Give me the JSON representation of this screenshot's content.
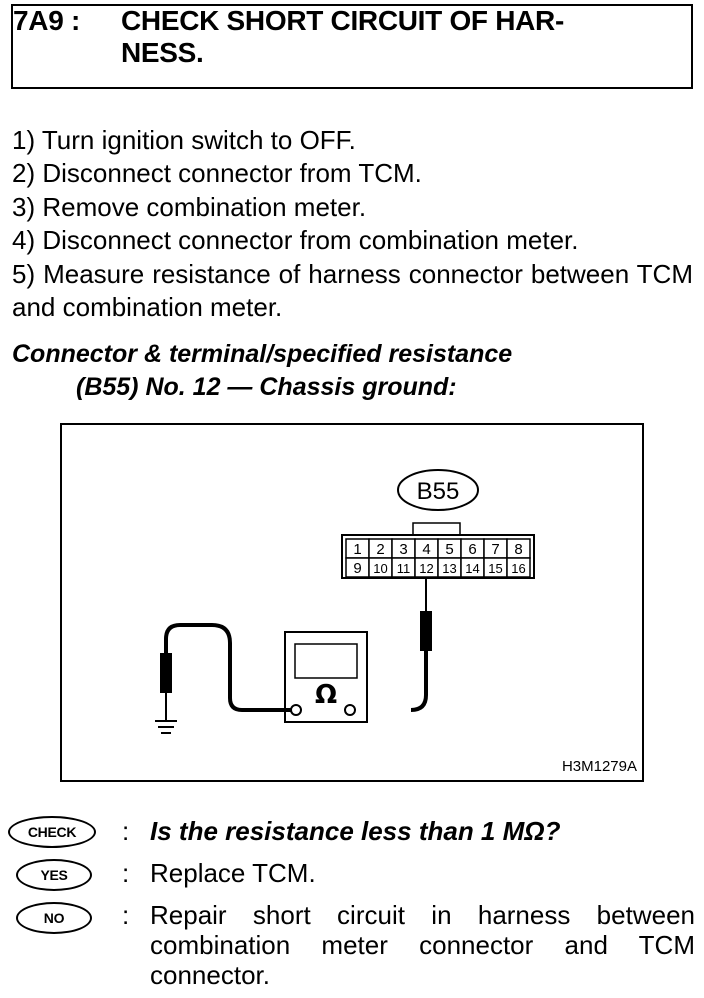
{
  "header": {
    "code": "7A9 :",
    "title": "CHECK SHORT CIRCUIT OF HAR-NESS."
  },
  "steps": [
    "1) Turn ignition switch to OFF.",
    "2) Disconnect connector from TCM.",
    "3) Remove combination meter.",
    "4) Disconnect connector from combination meter.",
    "5) Measure resistance of harness connector between TCM and combination meter."
  ],
  "spec": {
    "line1": "Connector & terminal/specified resistance",
    "line2": "(B55) No. 12 — Chassis ground:"
  },
  "figure": {
    "connector_label": "B55",
    "terminals_top": [
      "1",
      "2",
      "3",
      "4",
      "5",
      "6",
      "7",
      "8"
    ],
    "terminals_bottom": [
      "9",
      "10",
      "11",
      "12",
      "13",
      "14",
      "15",
      "16"
    ],
    "meter_symbol": "Ω",
    "figure_id": "H3M1279A"
  },
  "qa": {
    "check_badge": "CHECK",
    "yes_badge": "YES",
    "no_badge": "NO",
    "separator": ":",
    "question": "Is the resistance less than 1 MΩ?",
    "yes_text": "Replace TCM.",
    "no_text": "Repair short circuit in harness between combination meter connector and TCM connector."
  }
}
